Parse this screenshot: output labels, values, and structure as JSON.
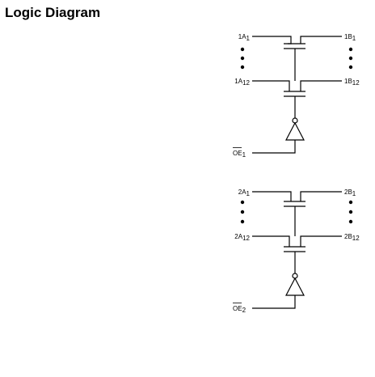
{
  "title": "Logic Diagram",
  "colors": {
    "line": "#000000",
    "background": "#ffffff"
  },
  "blocks": [
    {
      "a_first": {
        "main": "1A",
        "sub": "1"
      },
      "b_first": {
        "main": "1B",
        "sub": "1"
      },
      "a_last": {
        "main": "1A",
        "sub": "12"
      },
      "b_last": {
        "main": "1B",
        "sub": "12"
      },
      "oe": {
        "main": "OE",
        "sub": "1"
      }
    },
    {
      "a_first": {
        "main": "2A",
        "sub": "1"
      },
      "b_first": {
        "main": "2B",
        "sub": "1"
      },
      "a_last": {
        "main": "2A",
        "sub": "12"
      },
      "b_last": {
        "main": "2B",
        "sub": "12"
      },
      "oe": {
        "main": "OE",
        "sub": "2"
      }
    }
  ]
}
